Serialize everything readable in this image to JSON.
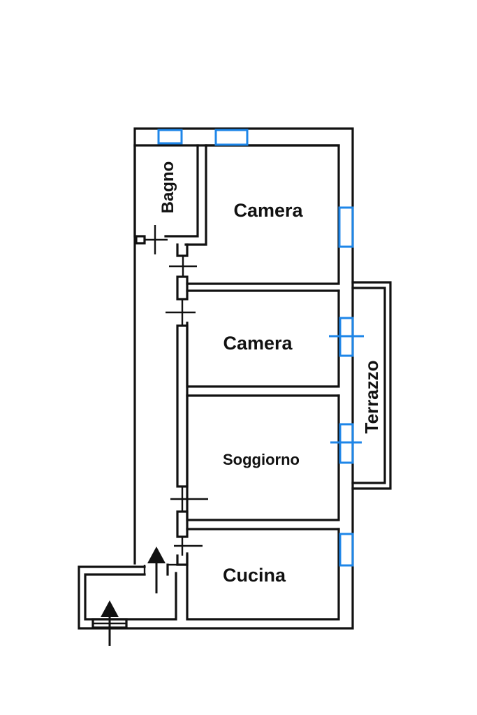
{
  "rooms": {
    "bagno": "Bagno",
    "camera_1": "Camera",
    "camera_2": "Camera",
    "soggiorno": "Soggiorno",
    "cucina": "Cucina",
    "terrazzo": "Terrazzo"
  },
  "colors": {
    "walls": "#111111",
    "windows": "#1e86e8",
    "background": "#ffffff"
  },
  "icons": [
    "entrance-arrow-icon",
    "entrance-arrow-icon"
  ]
}
